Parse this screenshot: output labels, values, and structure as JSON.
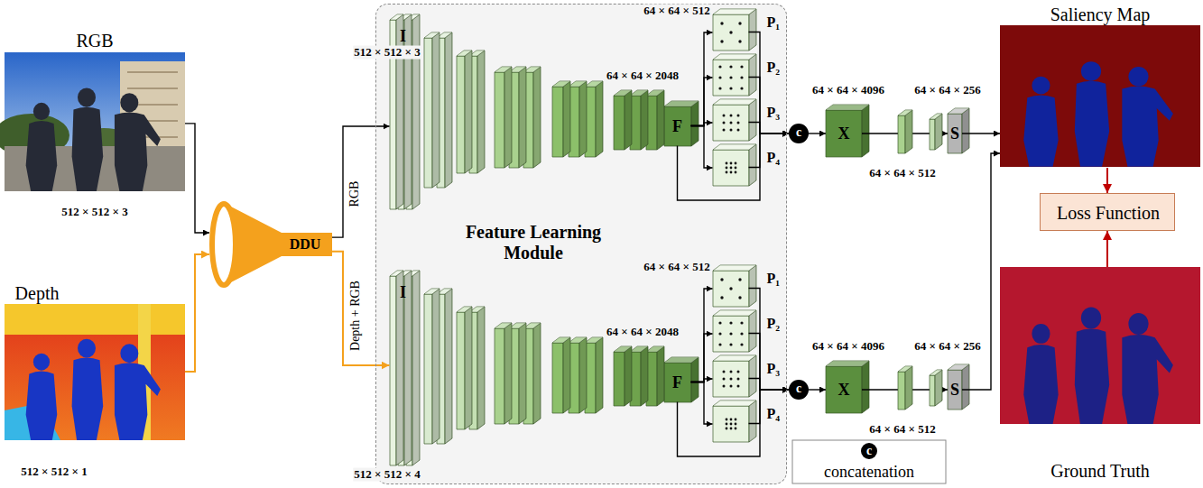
{
  "diagram": {
    "nodes": [
      {
        "text": [
          "RGB",
          "512 × 512 × 3"
        ]
      },
      {
        "text": [
          "Depth",
          "512 × 512 × 1"
        ]
      },
      {
        "text": [
          "DDU"
        ]
      },
      {
        "text": [
          "Feature Learning Module"
        ]
      },
      {
        "text": [
          "I"
        ],
        "in": 3
      },
      {
        "text": [
          "F"
        ],
        "in": 3
      },
      {
        "text": [
          "P₁"
        ],
        "in": 3
      },
      {
        "text": [
          "P₂"
        ],
        "in": 3
      },
      {
        "text": [
          "P₃"
        ],
        "in": 3
      },
      {
        "text": [
          "P₄"
        ],
        "in": 3
      },
      {
        "text": [
          "I"
        ],
        "in": 3
      },
      {
        "text": [
          "F"
        ],
        "in": 3
      },
      {
        "text": [
          "P₁"
        ],
        "in": 3
      },
      {
        "text": [
          "P₂"
        ],
        "in": 3
      },
      {
        "text": [
          "P₃"
        ],
        "in": 3
      },
      {
        "text": [
          "P₄"
        ],
        "in": 3
      },
      {
        "text": [
          "c"
        ]
      },
      {
        "text": [
          "X"
        ]
      },
      {
        "text": [
          "S"
        ]
      },
      {
        "text": [
          "c"
        ]
      },
      {
        "text": [
          "X"
        ]
      },
      {
        "text": [
          "S"
        ]
      },
      {
        "text": [
          "Saliency Map"
        ]
      },
      {
        "text": [
          "Loss Function"
        ]
      },
      {
        "text": [
          "Ground Truth"
        ]
      }
    ],
    "edges": [
      {
        "from": 0,
        "to": 2,
        "arrow": "to"
      },
      {
        "from": 1,
        "to": 2,
        "arrow": "to"
      },
      {
        "from": 2,
        "to": 4,
        "arrow": "to",
        "label": "RGB"
      },
      {
        "from": 2,
        "to": 10,
        "arrow": "to",
        "label": "Depth + RGB"
      },
      {
        "from": 5,
        "to": 6,
        "arrow": "to"
      },
      {
        "from": 5,
        "to": 7,
        "arrow": "to"
      },
      {
        "from": 5,
        "to": 8,
        "arrow": "to"
      },
      {
        "from": 5,
        "to": 9,
        "arrow": "to"
      },
      {
        "from": 6,
        "to": 16,
        "arrow": "to"
      },
      {
        "from": 7,
        "to": 16,
        "arrow": "to"
      },
      {
        "from": 8,
        "to": 16,
        "arrow": "to"
      },
      {
        "from": 9,
        "to": 16,
        "arrow": "to"
      },
      {
        "from": 5,
        "to": 16,
        "arrow": "to"
      },
      {
        "from": 16,
        "to": 17,
        "arrow": "to"
      },
      {
        "from": 17,
        "to": 18,
        "arrow": "to"
      },
      {
        "from": 18,
        "to": 22,
        "arrow": "to"
      },
      {
        "from": 11,
        "to": 12,
        "arrow": "to"
      },
      {
        "from": 11,
        "to": 13,
        "arrow": "to"
      },
      {
        "from": 11,
        "to": 14,
        "arrow": "to"
      },
      {
        "from": 11,
        "to": 15,
        "arrow": "to"
      },
      {
        "from": 12,
        "to": 19,
        "arrow": "to"
      },
      {
        "from": 13,
        "to": 19,
        "arrow": "to"
      },
      {
        "from": 14,
        "to": 19,
        "arrow": "to"
      },
      {
        "from": 15,
        "to": 19,
        "arrow": "to"
      },
      {
        "from": 11,
        "to": 19,
        "arrow": "to"
      },
      {
        "from": 19,
        "to": 20,
        "arrow": "to"
      },
      {
        "from": 20,
        "to": 21,
        "arrow": "to"
      },
      {
        "from": 21,
        "to": 22,
        "arrow": "to"
      },
      {
        "from": 22,
        "to": 23,
        "arrow": "to"
      },
      {
        "from": 24,
        "to": 23,
        "arrow": "to"
      }
    ],
    "labels": [
      "512 × 512 × 3",
      "64 × 64 × 2048",
      "64 × 64 × 512",
      "64 × 64 × 4096",
      "64 × 64 × 512",
      "64 × 64 × 256",
      "512 × 512 × 4",
      "64 × 64 × 2048",
      "64 × 64 × 512",
      "64 × 64 × 4096",
      "64 × 64 × 512",
      "64 × 64 × 256",
      "c"
    ],
    "legend": [
      {
        "text": "concatenation"
      }
    ]
  }
}
